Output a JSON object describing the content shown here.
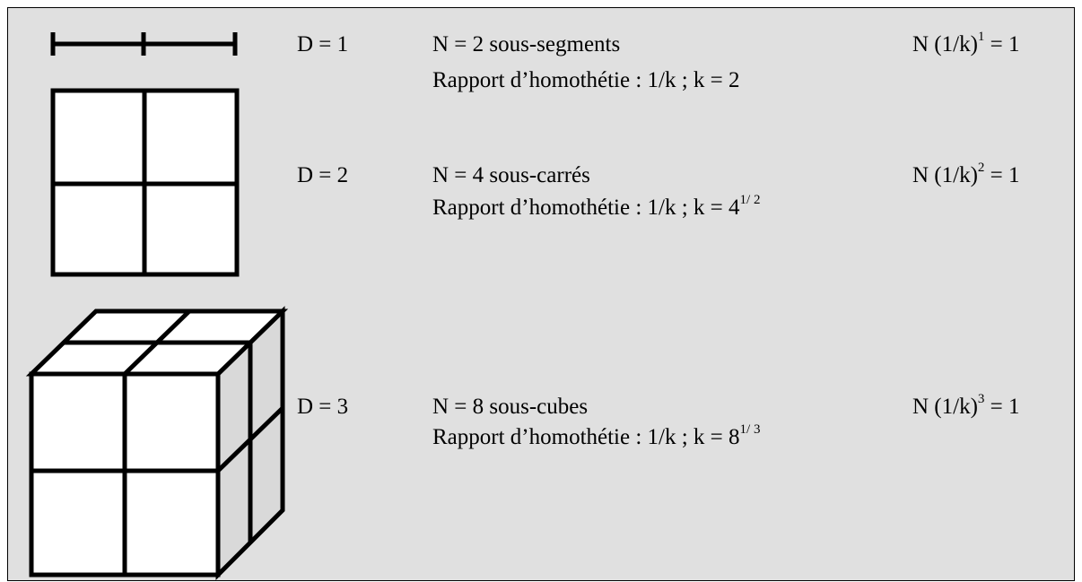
{
  "rows": [
    {
      "dimension": "D = 1",
      "count": "N = 2 sous-segments",
      "ratio_text": "Rapport d’homothétie : 1/k ; k = 2",
      "ratio_exp": "",
      "formula_base": "N (1/k)",
      "formula_exp": "1",
      "formula_tail": " = 1"
    },
    {
      "dimension": "D = 2",
      "count": "N = 4 sous-carrés",
      "ratio_text": "Rapport d’homothétie : 1/k ; k = 4",
      "ratio_exp": "1/ 2",
      "formula_base": "N (1/k)",
      "formula_exp": "2",
      "formula_tail": " = 1"
    },
    {
      "dimension": "D = 3",
      "count": "N = 8 sous-cubes",
      "ratio_text": "Rapport d’homothétie : 1/k ; k = 8",
      "ratio_exp": "1/ 3",
      "formula_base": "N (1/k)",
      "formula_exp": "3",
      "formula_tail": " = 1"
    }
  ],
  "colors": {
    "panel": "#e0e0e0",
    "stroke": "#000000",
    "face": "#ffffff",
    "side": "#d9d9d9"
  }
}
